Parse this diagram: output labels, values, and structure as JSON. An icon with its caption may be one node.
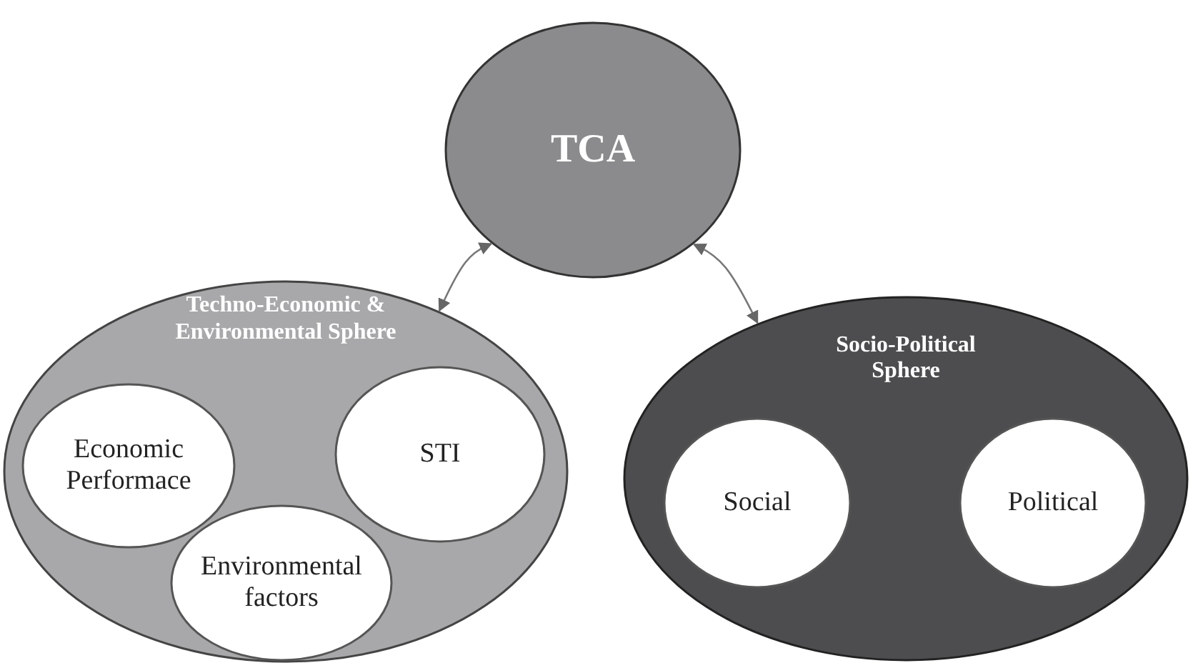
{
  "diagram": {
    "nodes": [
      {
        "text": [
          "TCA"
        ]
      },
      {
        "text": [
          "Techno-Economic & Environmental Sphere"
        ]
      },
      {
        "text": [
          "Economic Performace"
        ],
        "in": 1
      },
      {
        "text": [
          "STI"
        ],
        "in": 1
      },
      {
        "text": [
          "Environmental factors"
        ],
        "in": 1
      },
      {
        "text": [
          "Socio-Political Sphere"
        ]
      },
      {
        "text": [
          "Social"
        ],
        "in": 5
      },
      {
        "text": [
          "Political"
        ],
        "in": 5
      }
    ],
    "edges": [
      {
        "from": 0,
        "to": 1,
        "arrow": "both"
      },
      {
        "from": 0,
        "to": 5,
        "arrow": "both"
      }
    ]
  }
}
